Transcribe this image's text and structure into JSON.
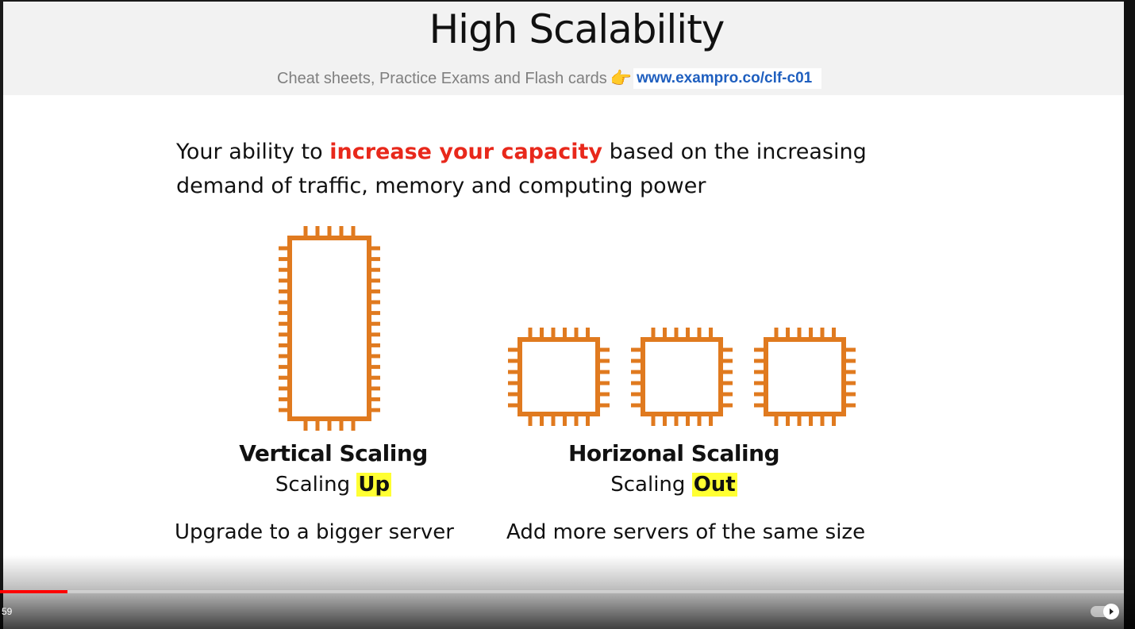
{
  "slide": {
    "title": "High Scalability",
    "promo": {
      "text": "Cheat sheets, Practice Exams and Flash cards",
      "link": "www.exampro.co/clf-c01"
    },
    "description": {
      "before": "Your ability to ",
      "highlight": "increase your capacity",
      "after": " based on the increasing demand of traffic, memory and computing power"
    },
    "vertical": {
      "title": "Vertical Scaling",
      "sub_prefix": "Scaling ",
      "sub_highlight": "Up",
      "caption": "Upgrade to a bigger server"
    },
    "horizontal": {
      "title": "Horizonal Scaling",
      "sub_prefix": "Scaling ",
      "sub_highlight": "Out",
      "caption": "Add more servers of the same size"
    }
  },
  "player": {
    "time_text": "59",
    "progress_percent": 6
  },
  "colors": {
    "chip": "#e07a1f",
    "highlight_text": "#e8281b",
    "marker": "#ffff33",
    "link": "#1f5fbf",
    "progress": "#ff0000"
  },
  "icons": {
    "chip": "chip-icon",
    "pointing_hand": "pointing-hand-icon",
    "autoplay": "autoplay-toggle-icon"
  }
}
